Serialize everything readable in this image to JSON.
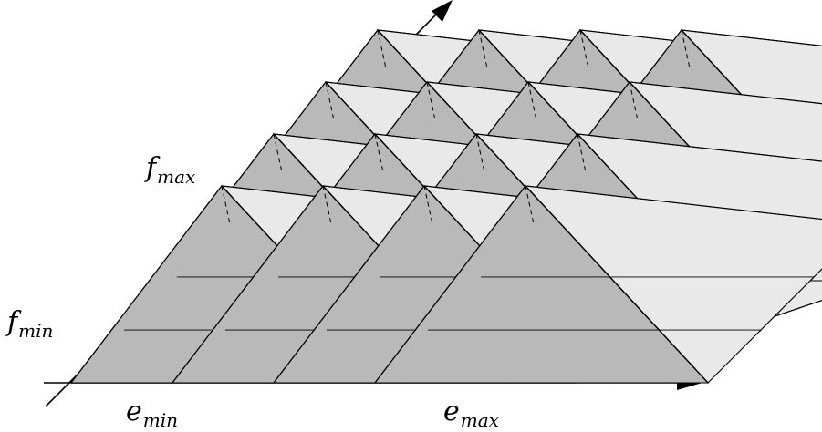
{
  "labels": {
    "f_max": {
      "base": "f",
      "sub": "max"
    },
    "f_min": {
      "base": "f",
      "sub": "min"
    },
    "e_min": {
      "base": "e",
      "sub": "min"
    },
    "e_max": {
      "base": "e",
      "sub": "max"
    }
  },
  "colors": {
    "light_face": "#e9e9e9",
    "dark_face": "#b9b9b9",
    "stroke": "#000000"
  }
}
